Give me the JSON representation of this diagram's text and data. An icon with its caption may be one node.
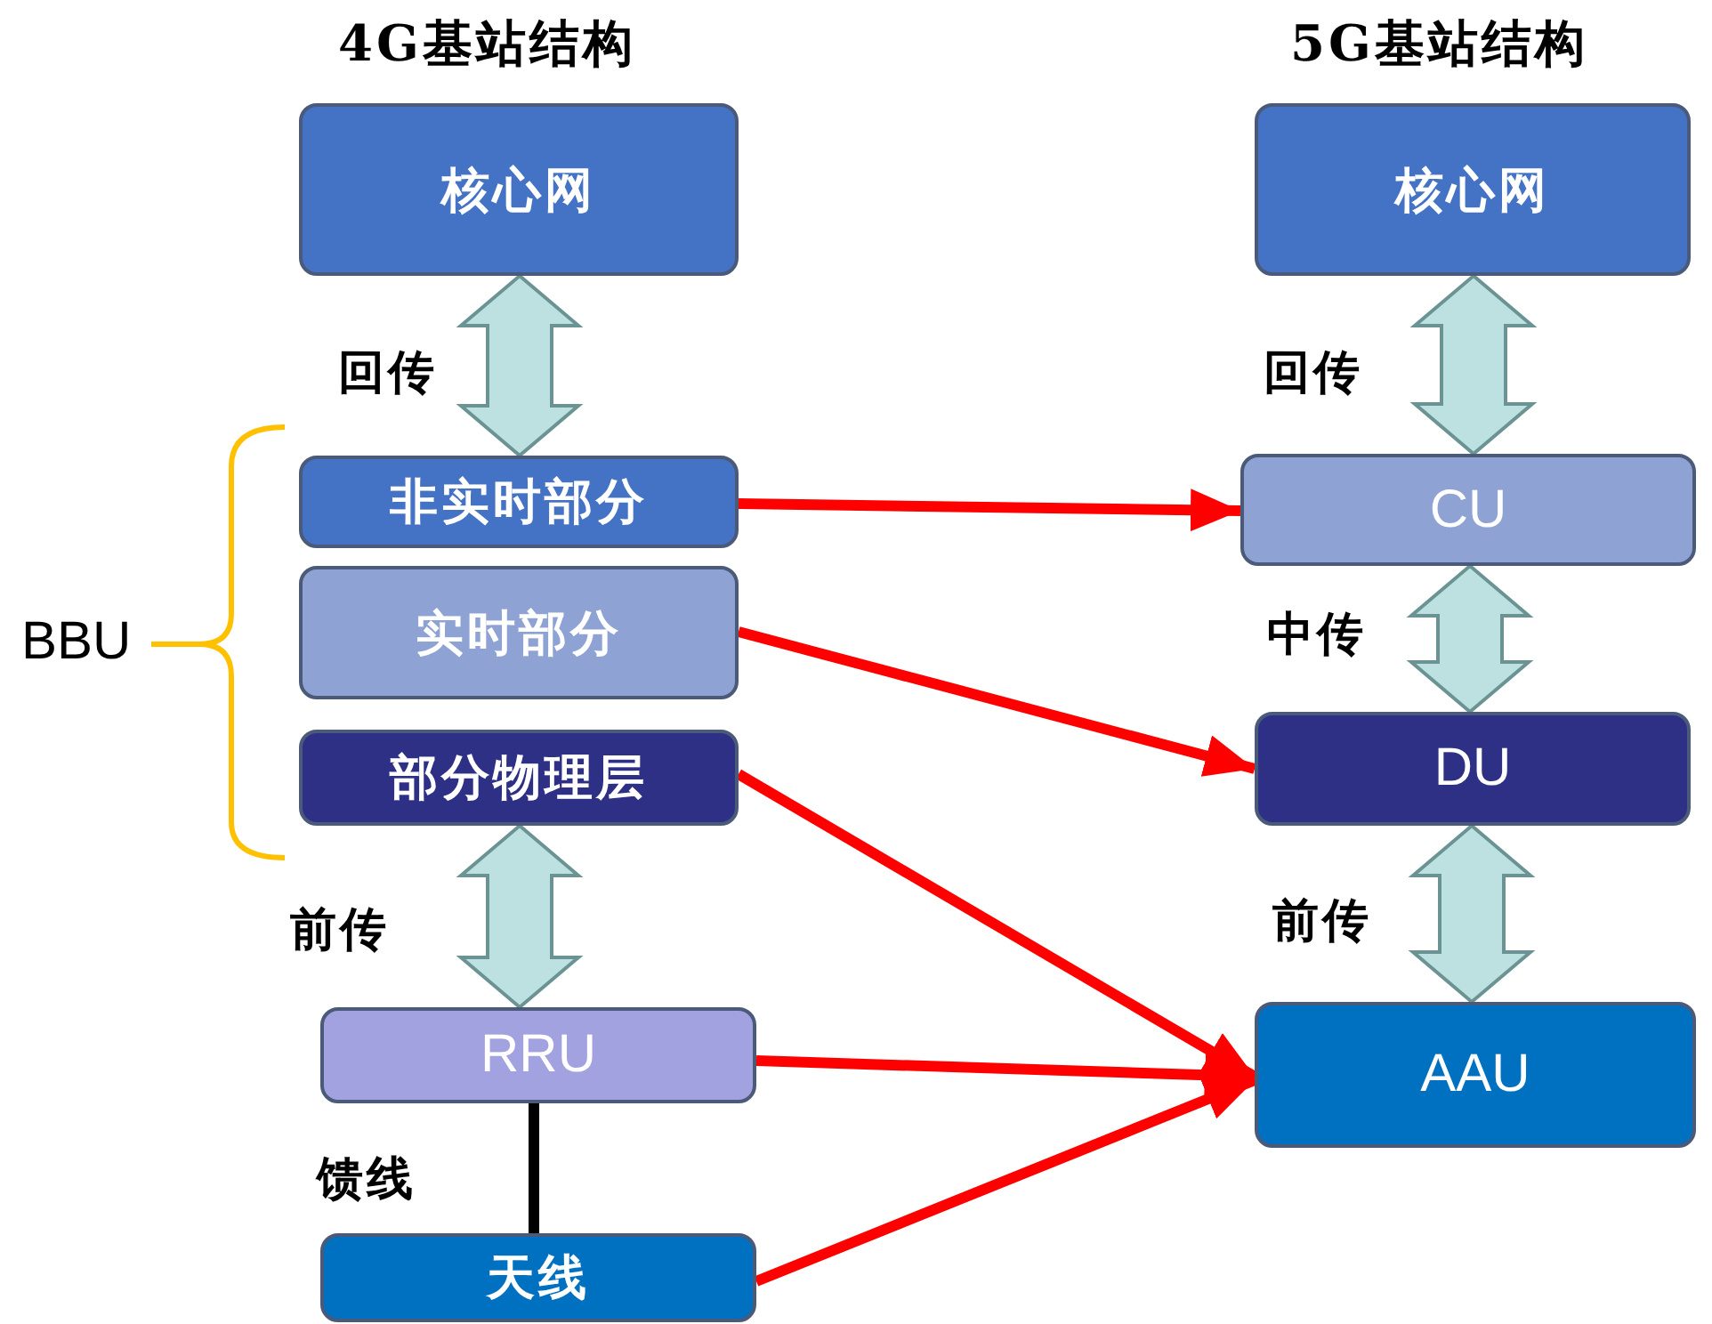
{
  "diagram": {
    "nodes": [
      {
        "text": [
          "核心网"
        ]
      },
      {
        "text": [
          "非实时部分"
        ]
      },
      {
        "text": [
          "实时部分"
        ]
      },
      {
        "text": [
          "部分物理层"
        ]
      },
      {
        "text": [
          "RRU"
        ]
      },
      {
        "text": [
          "天线"
        ]
      },
      {
        "text": [
          "核心网"
        ]
      },
      {
        "text": [
          "CU"
        ]
      },
      {
        "text": [
          "DU"
        ]
      },
      {
        "text": [
          "AAU"
        ]
      }
    ],
    "edges": [
      {
        "from": 0,
        "to": 1,
        "arrow": "both",
        "label": "回传",
        "style": "thick"
      },
      {
        "from": 3,
        "to": 4,
        "arrow": "both",
        "label": "前传",
        "style": "thick"
      },
      {
        "from": 4,
        "to": 5,
        "arrow": "none",
        "label": "馈线",
        "color": "#000000"
      },
      {
        "from": 6,
        "to": 7,
        "arrow": "both",
        "label": "回传",
        "style": "thick"
      },
      {
        "from": 7,
        "to": 8,
        "arrow": "both",
        "label": "中传",
        "style": "thick"
      },
      {
        "from": 8,
        "to": 9,
        "arrow": "both",
        "label": "前传",
        "style": "thick"
      },
      {
        "from": 1,
        "to": 7,
        "arrow": "to",
        "color": "#ff0000"
      },
      {
        "from": 2,
        "to": 8,
        "arrow": "to",
        "color": "#ff0000"
      },
      {
        "from": 3,
        "to": 9,
        "arrow": "to",
        "color": "#ff0000"
      },
      {
        "from": 4,
        "to": 9,
        "arrow": "to",
        "color": "#ff0000"
      },
      {
        "from": 5,
        "to": 9,
        "arrow": "to",
        "color": "#ff0000"
      }
    ],
    "labels": [
      "4G基站结构",
      "5G基站结构",
      "BBU"
    ]
  }
}
